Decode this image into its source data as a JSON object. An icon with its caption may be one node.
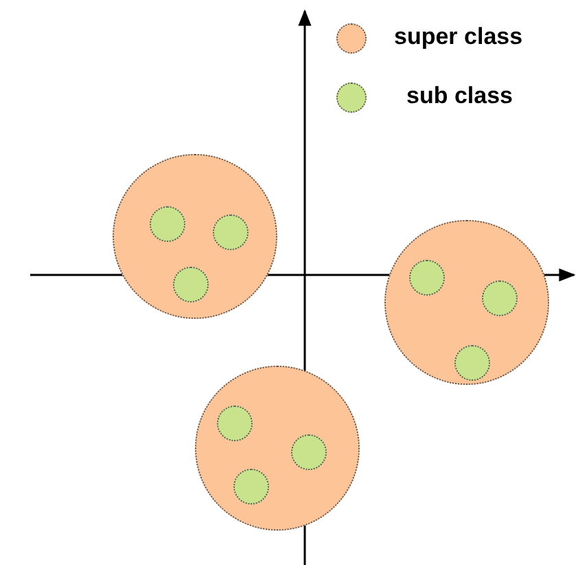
{
  "diagram": {
    "nodes": [
      {
        "text": [],
        "shape": "circle"
      },
      {
        "text": [],
        "shape": "circle",
        "in": 0
      },
      {
        "text": [],
        "shape": "circle",
        "in": 0
      },
      {
        "text": [],
        "shape": "circle",
        "in": 0
      },
      {
        "text": [],
        "shape": "circle"
      },
      {
        "text": [],
        "shape": "circle",
        "in": 4
      },
      {
        "text": [],
        "shape": "circle",
        "in": 4
      },
      {
        "text": [],
        "shape": "circle",
        "in": 4
      },
      {
        "text": [],
        "shape": "circle"
      },
      {
        "text": [],
        "shape": "circle",
        "in": 8
      },
      {
        "text": [],
        "shape": "circle",
        "in": 8
      },
      {
        "text": [],
        "shape": "circle",
        "in": 8
      }
    ],
    "edges": [],
    "legend": [
      {
        "text": "super class",
        "color": "#fdc498"
      },
      {
        "text": "sub class",
        "color": "#c8e38b"
      }
    ]
  }
}
